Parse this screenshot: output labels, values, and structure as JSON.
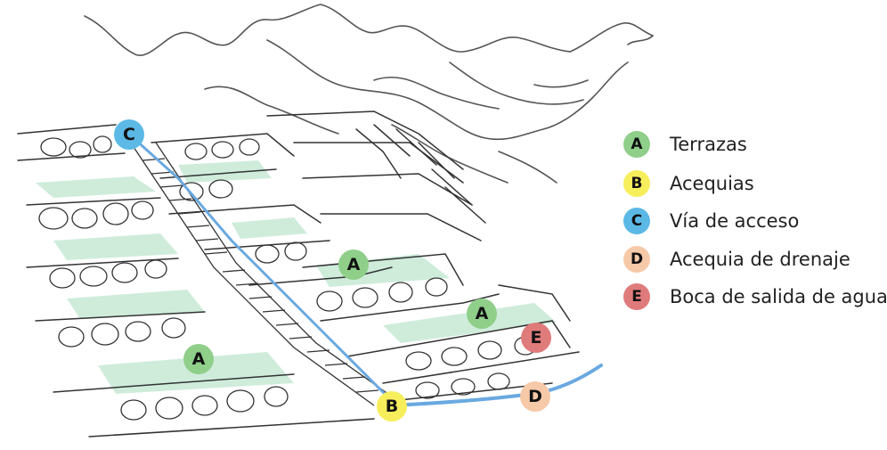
{
  "colors": {
    "A": "#8fcf8a",
    "B": "#f7ee5c",
    "C": "#5cb9e6",
    "D": "#f6c9a8",
    "E": "#e07b7b",
    "water": "#6aa9e0",
    "grass": "#bfe6cf",
    "ink": "#333333"
  },
  "markers": [
    {
      "letter": "C",
      "key": "C"
    },
    {
      "letter": "A",
      "key": "A"
    },
    {
      "letter": "A",
      "key": "A"
    },
    {
      "letter": "E",
      "key": "E"
    },
    {
      "letter": "A",
      "key": "A"
    },
    {
      "letter": "B",
      "key": "B"
    },
    {
      "letter": "D",
      "key": "D"
    }
  ],
  "legend": [
    {
      "letter": "A",
      "label": "Terrazas",
      "key": "A"
    },
    {
      "letter": "B",
      "label": "Acequias",
      "key": "B"
    },
    {
      "letter": "C",
      "label": "Vía de acceso",
      "key": "C"
    },
    {
      "letter": "D",
      "label": "Acequia de drenaje",
      "key": "D"
    },
    {
      "letter": "E",
      "label": "Boca de salida de agua",
      "key": "E"
    }
  ]
}
